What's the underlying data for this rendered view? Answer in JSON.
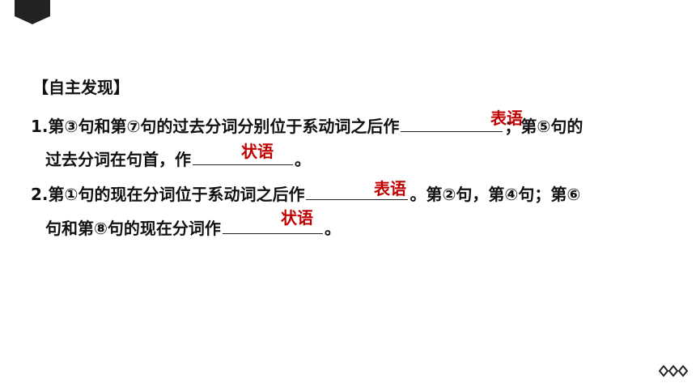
{
  "section": {
    "heading": "【自主发现】"
  },
  "items": [
    {
      "line1_before": "1.第③句和第⑦句的过去分词分别位于系动词之后作",
      "answer1": "表语",
      "line1_after": "；第⑤句的",
      "line2_before": "过去分词在句首，作",
      "answer2": "状语",
      "line2_after": "。"
    },
    {
      "line1_before": "2.第①句的现在分词位于系动词之后作",
      "answer1": "表语",
      "line1_after": "。第②句，第④句；第⑥",
      "line2_before": "句和第⑧句的现在分词作",
      "answer2": "状语",
      "line2_after": "。"
    }
  ],
  "colors": {
    "answer": "#c00000",
    "text": "#111111",
    "accent": "#222222"
  },
  "icons": {
    "corner": "pentagon-tab-icon",
    "nav": "diamond-dots-icon"
  }
}
